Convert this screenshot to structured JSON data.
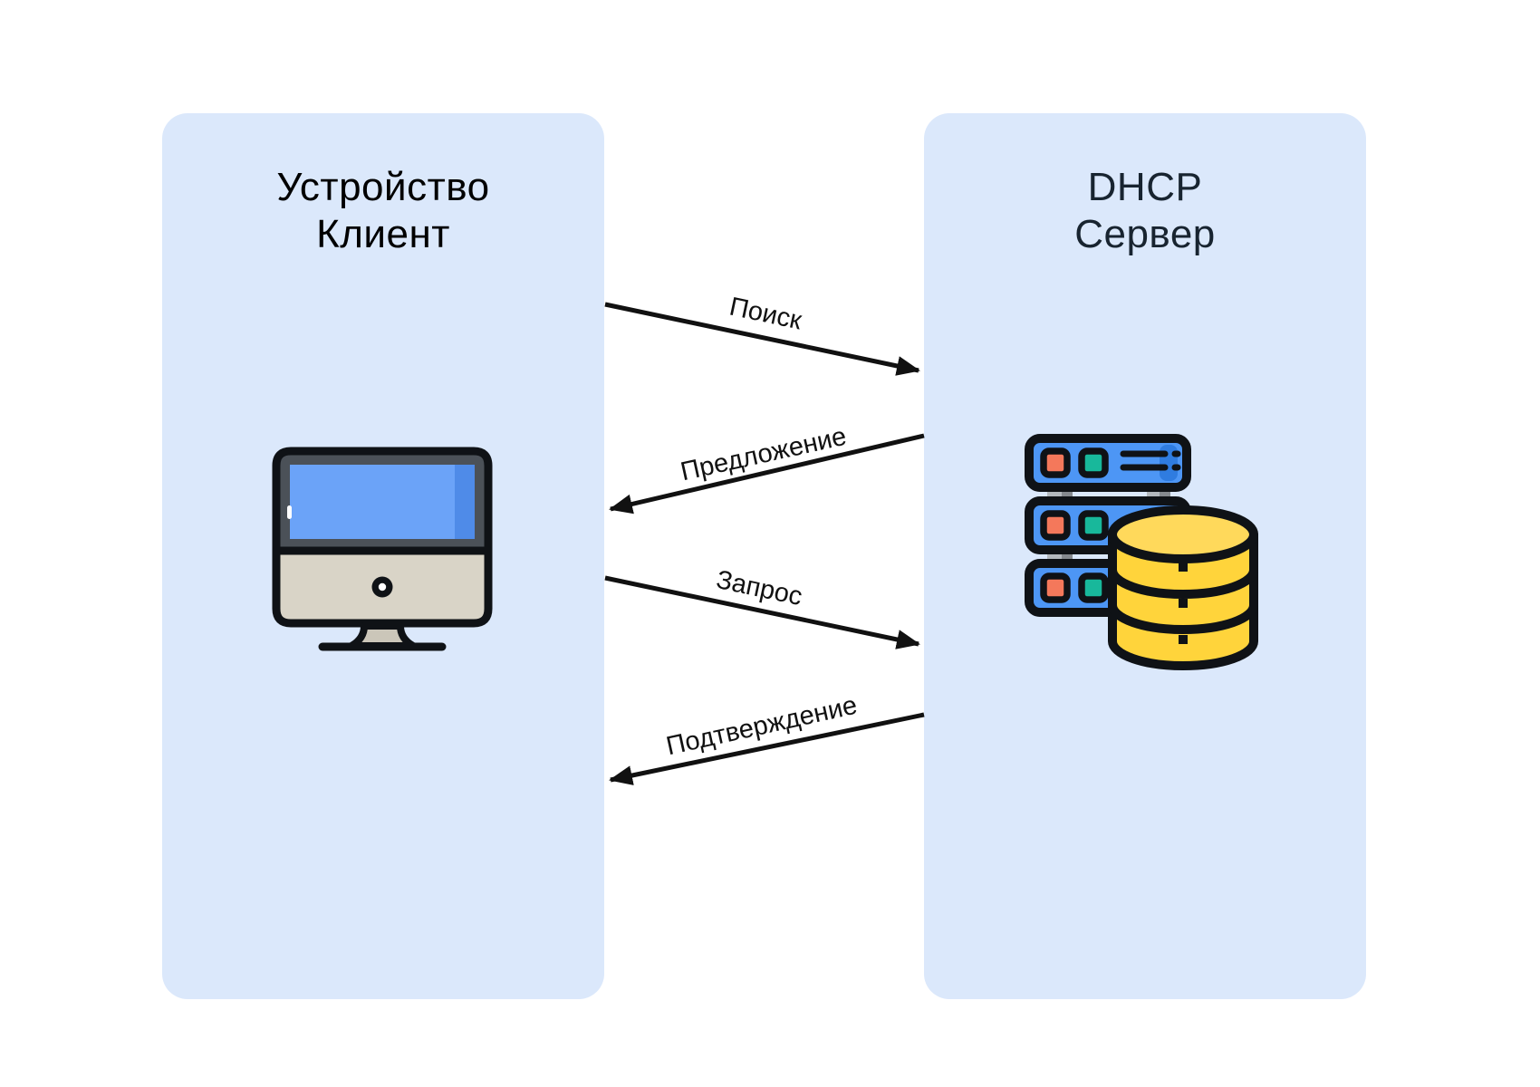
{
  "client_panel": {
    "title_line1": "Устройство",
    "title_line2": "Клиент",
    "icon": "computer-icon"
  },
  "server_panel": {
    "title_line1": "DHCP",
    "title_line2": "Сервер",
    "icon": "server-database-icon"
  },
  "messages": [
    {
      "label": "Поиск",
      "direction": "client-to-server"
    },
    {
      "label": "Предложение",
      "direction": "server-to-client"
    },
    {
      "label": "Запрос",
      "direction": "client-to-server"
    },
    {
      "label": "Подтверждение",
      "direction": "server-to-client"
    }
  ],
  "colors": {
    "panel_bg": "#dbe8fb",
    "client_title": "#000000",
    "server_title": "#182430",
    "arrow": "#111111",
    "label": "#111111",
    "outline": "#0f1216",
    "monitor_bezel": "#4b5158",
    "monitor_screen": "#6ba3f8",
    "monitor_screen_shade": "#4f8be8",
    "monitor_chin": "#d9d4c7",
    "monitor_stand": "#cbc6b9",
    "server_blue": "#4d96f5",
    "server_blue_shade": "#2f7ce0",
    "led_orange": "#f4785b",
    "led_teal": "#18b89b",
    "connector_gray": "#b3b8bd",
    "connector_dark": "#85898e",
    "db_yellow": "#ffd43b",
    "db_yellow_top": "#ffd95b"
  }
}
